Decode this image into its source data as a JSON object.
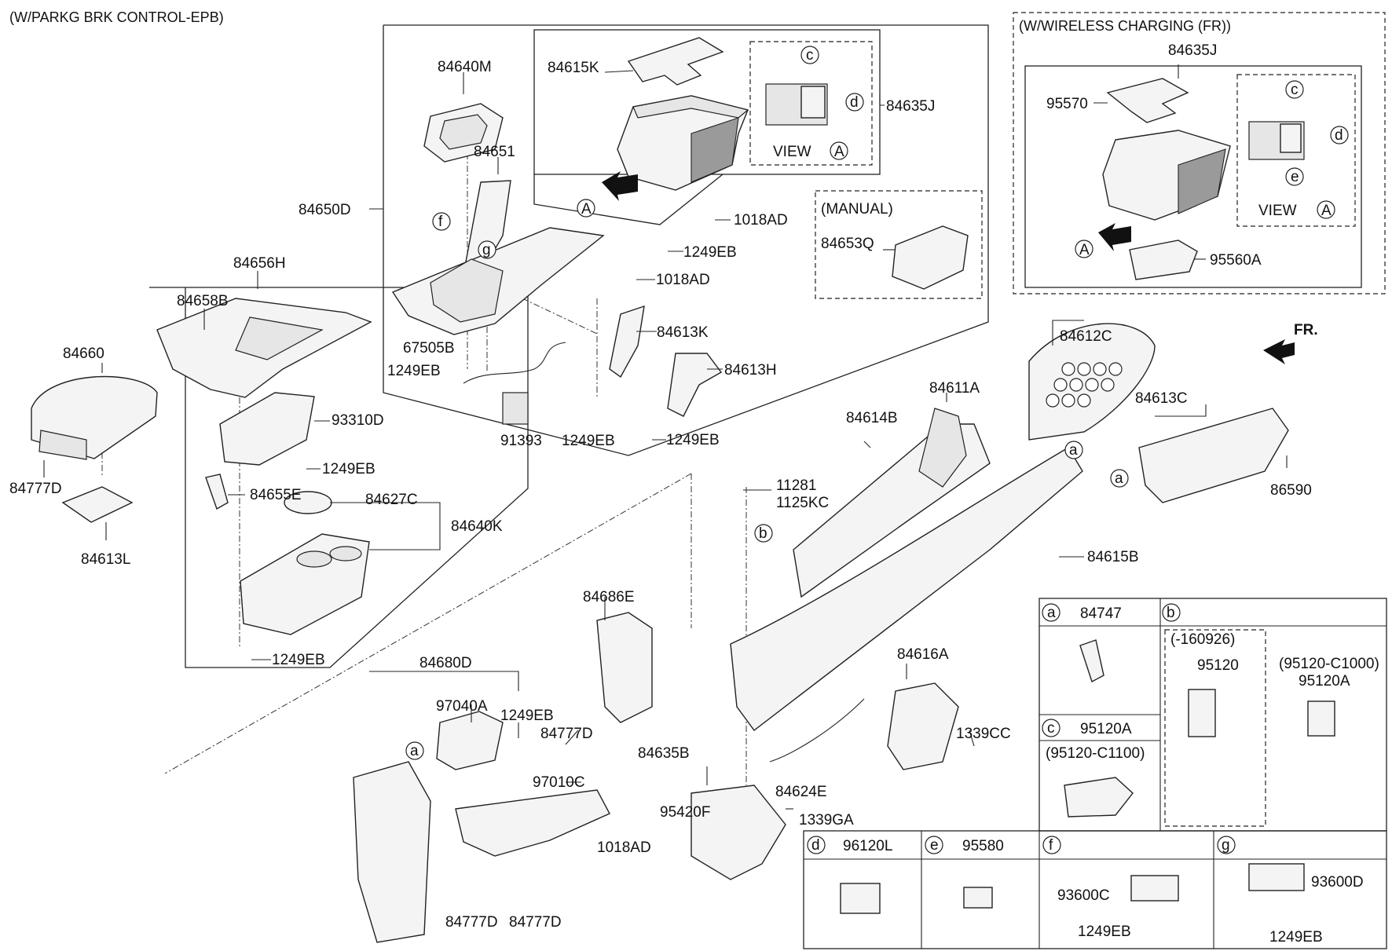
{
  "titles": {
    "epb": "(W/PARKG BRK CONTROL-EPB)",
    "wireless": "(W/WIRELESS CHARGING (FR))",
    "manual": "(MANUAL)",
    "fr": "FR."
  },
  "view": {
    "view_a_main": "VIEW",
    "view_a_wireless": "VIEW",
    "letter_a": "A"
  },
  "labels": {
    "p84640M": "84640M",
    "p84615K": "84615K",
    "p84635J_main": "84635J",
    "p84651": "84651",
    "p84650D": "84650D",
    "p1018AD_a": "1018AD",
    "p1249EB_a": "1249EB",
    "p84653Q": "84653Q",
    "p1018AD_b": "1018AD",
    "p84613K": "84613K",
    "p67505B": "67505B",
    "p1249EB_b": "1249EB",
    "p84613H": "84613H",
    "p91393": "91393",
    "p1249EB_c": "1249EB",
    "p1249EB_d": "1249EB",
    "p84656H": "84656H",
    "p84658B": "84658B",
    "p84660": "84660",
    "p93310D": "93310D",
    "p1249EB_e": "1249EB",
    "p84655E": "84655E",
    "p84627C": "84627C",
    "p84640K": "84640K",
    "p84777D_a": "84777D",
    "p84613L": "84613L",
    "p1249EB_f": "1249EB",
    "p84635J_w": "84635J",
    "p95570": "95570",
    "p95560A": "95560A",
    "p84612C": "84612C",
    "p84613C": "84613C",
    "p86590": "86590",
    "p84611A": "84611A",
    "p84614B": "84614B",
    "p11281": "11281",
    "p1125KC": "1125KC",
    "p84615B": "84615B",
    "p84686E": "84686E",
    "p84680D": "84680D",
    "p97040A": "97040A",
    "p1249EB_g": "1249EB",
    "p84777D_b": "84777D",
    "p97010C": "97010C",
    "p84777D_c": "84777D",
    "p84777D_d": "84777D",
    "p84635B": "84635B",
    "p95420F": "95420F",
    "p1018AD_c": "1018AD",
    "p1339GA": "1339GA",
    "p84624E": "84624E",
    "p84616A": "84616A",
    "p1339CC": "1339CC"
  },
  "table": {
    "a_part": "84747",
    "c_part": "95120A",
    "c_variant": "(95120-C1100)",
    "b_date": "(-160926)",
    "b_part1": "95120",
    "b_variant": "(95120-C1000)",
    "b_part2": "95120A",
    "d_part": "96120L",
    "e_part": "95580",
    "f_part": "93600C",
    "f_screw": "1249EB",
    "g_part": "93600D",
    "g_screw": "1249EB"
  },
  "callouts": {
    "a": "a",
    "b": "b",
    "c": "c",
    "d": "d",
    "e": "e",
    "f": "f",
    "g": "g"
  }
}
